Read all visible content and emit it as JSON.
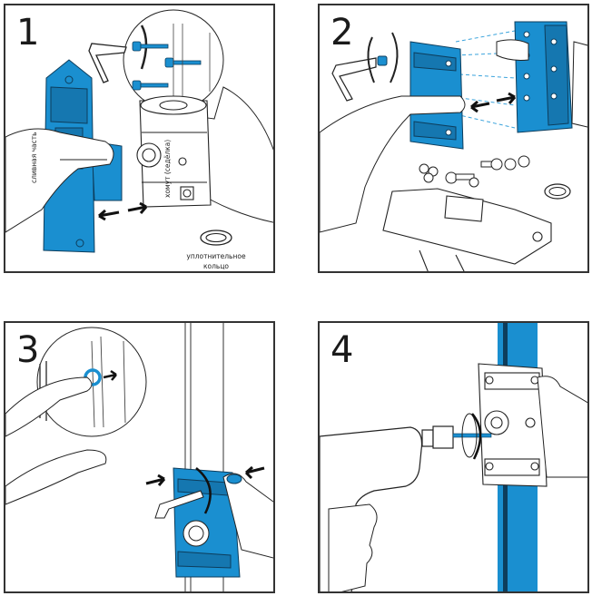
{
  "colors": {
    "accent": "#1a8fd0",
    "accent_dark": "#0d5f8e",
    "line": "#1a1a1a",
    "background": "#ffffff"
  },
  "panels": [
    {
      "step": "1",
      "labels": {
        "drain_part": "сливная часть",
        "clamp": "хомут (седёлка)",
        "seal_ring": "уплотнительное",
        "seal_ring_2": "кольцо"
      }
    },
    {
      "step": "2"
    },
    {
      "step": "3"
    },
    {
      "step": "4"
    }
  ]
}
